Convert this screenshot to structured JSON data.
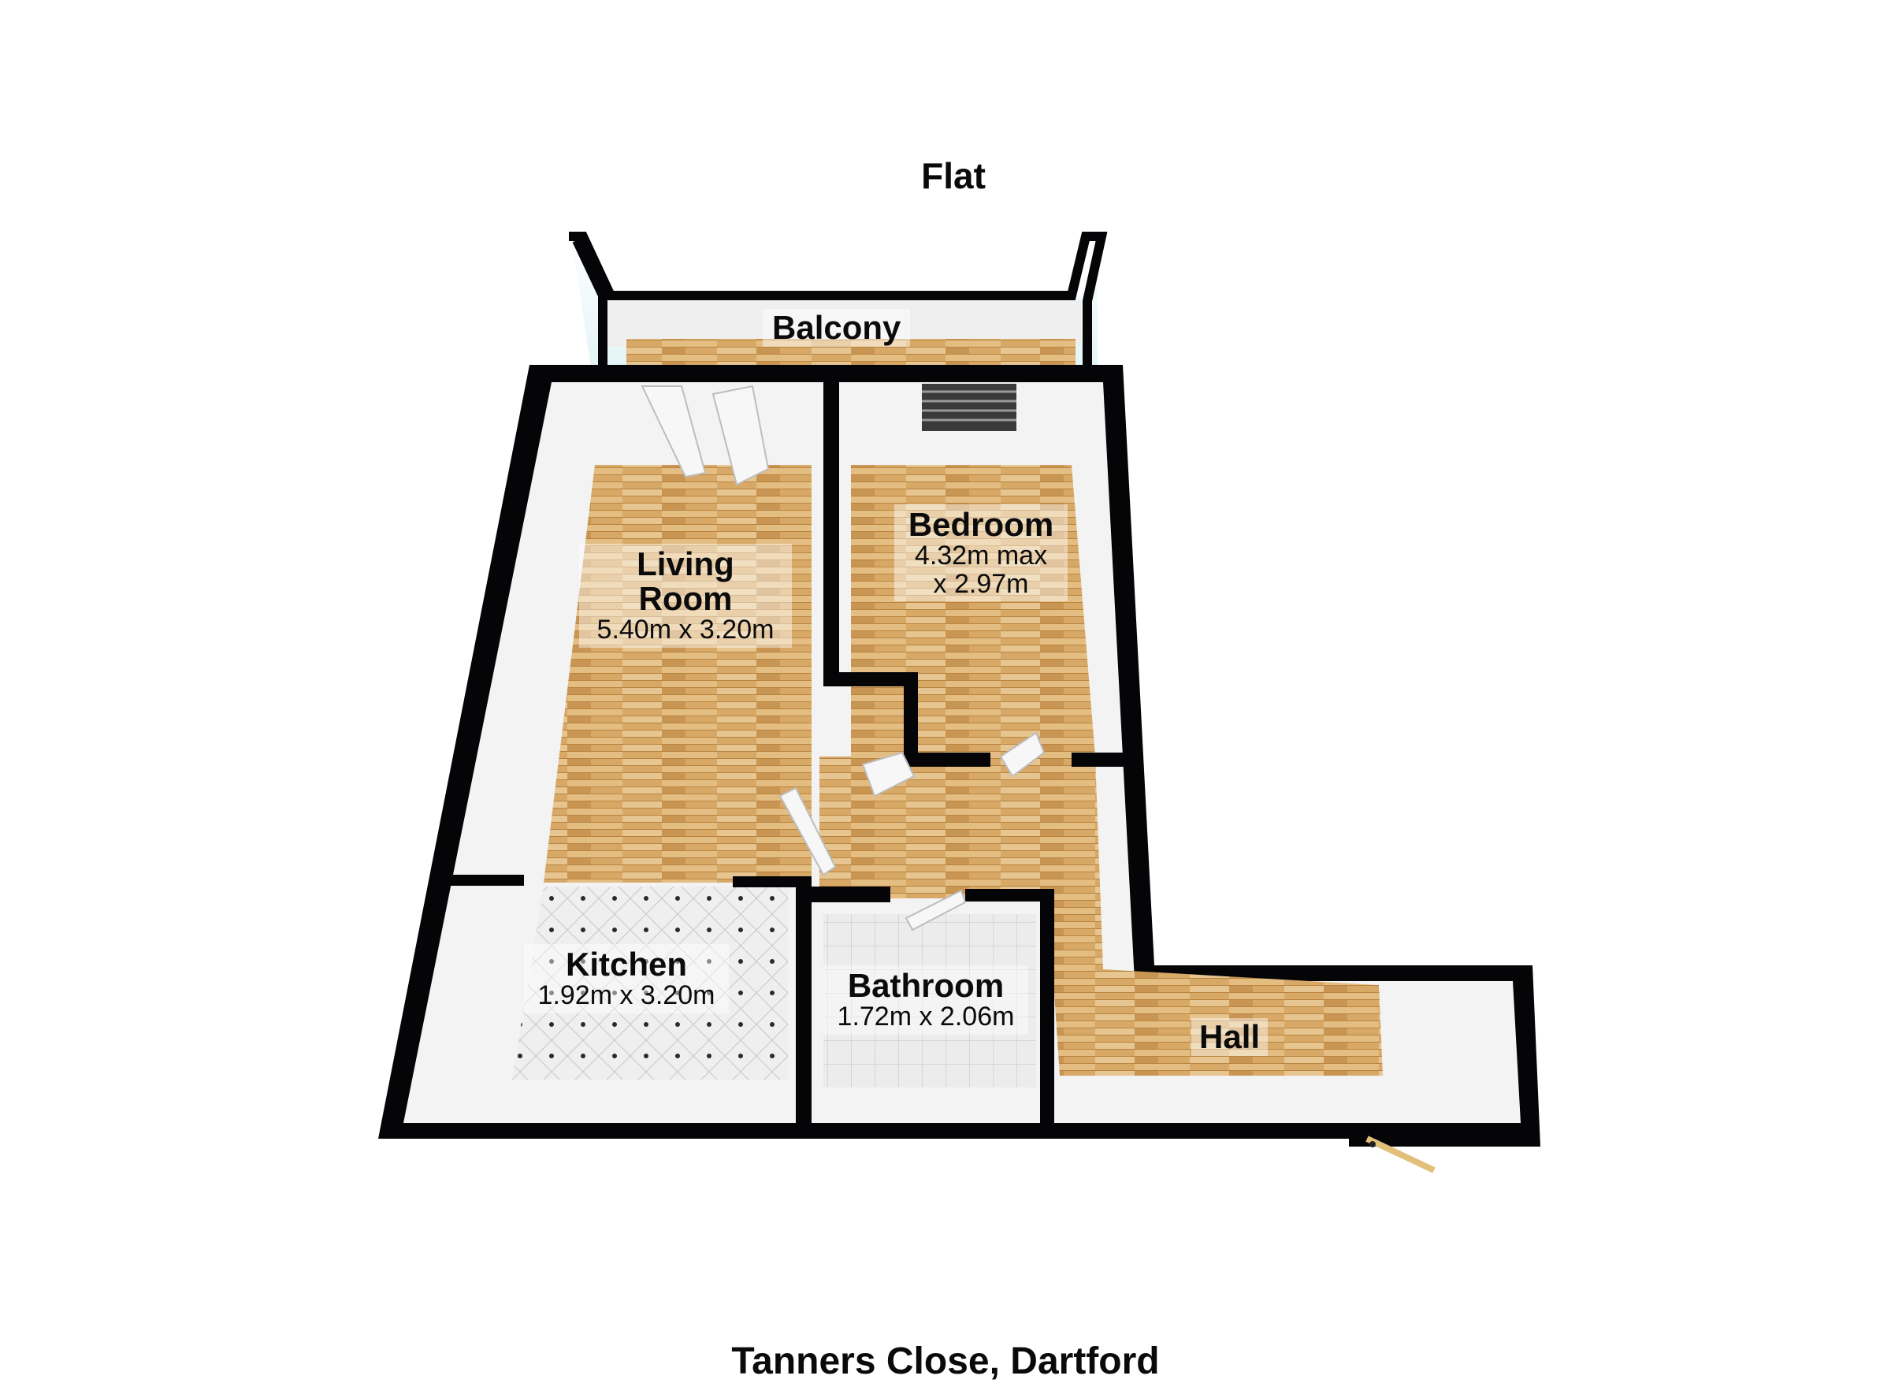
{
  "header": {
    "title": "Flat"
  },
  "footer": {
    "address": "Tanners Close, Dartford"
  },
  "rooms": [
    {
      "name": "Balcony",
      "dimensions": ""
    },
    {
      "name": "Living Room",
      "name_line1": "Living",
      "name_line2": "Room",
      "dimensions": "5.40m x 3.20m"
    },
    {
      "name": "Bedroom",
      "dimensions_line1": "4.32m max",
      "dimensions_line2": "x 2.97m"
    },
    {
      "name": "Kitchen",
      "dimensions": "1.92m x 3.20m"
    },
    {
      "name": "Bathroom",
      "dimensions": "1.72m x 2.06m"
    },
    {
      "name": "Hall",
      "dimensions": ""
    }
  ],
  "colors": {
    "wall": "#050508",
    "wood_floor": "#d9ab6a",
    "tile_floor": "#e9e9ea",
    "inner_wall": "#f2f2f2",
    "sky": "#e8f6f8"
  }
}
